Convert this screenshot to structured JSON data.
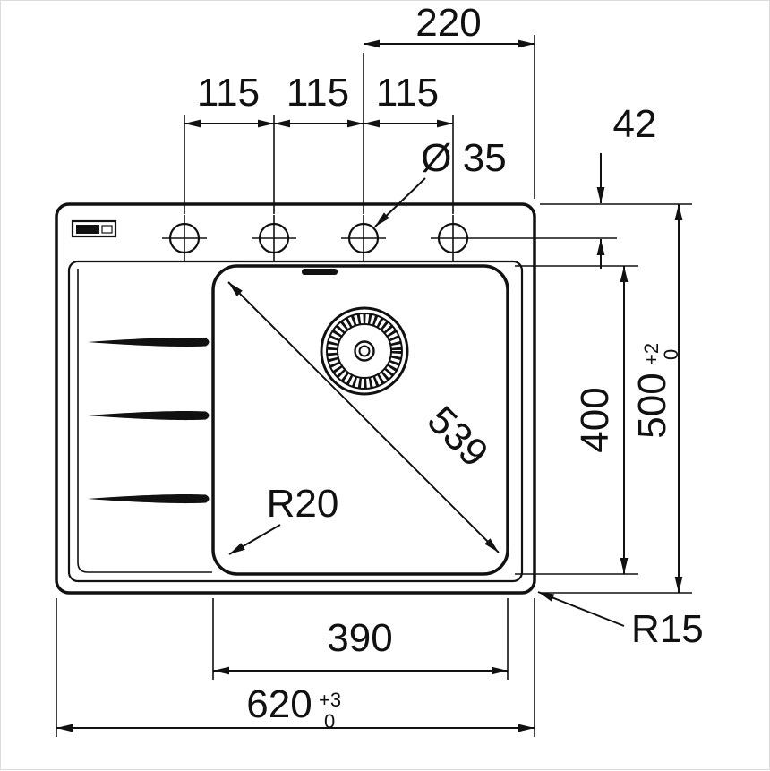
{
  "drawing": {
    "background": "#ffffff",
    "line_color": "#111111",
    "dimensions": {
      "tap_hole_group_to_right_edge": "220",
      "tap_hole_pitch": [
        "115",
        "115",
        "115"
      ],
      "tap_hole_centerline_offset": "42",
      "tap_hole_diameter": "Ø 35",
      "bowl_diagonal": "539",
      "bowl_front_to_back": "400",
      "overall_depth": {
        "value": "500",
        "tol_upper": "+2",
        "tol_lower": "0"
      },
      "bowl_corner_radius": "R20",
      "outer_corner_radius": "R15",
      "bowl_width": "390",
      "overall_width": {
        "value": "620",
        "tol_upper": "+3",
        "tol_lower": "0"
      }
    }
  }
}
